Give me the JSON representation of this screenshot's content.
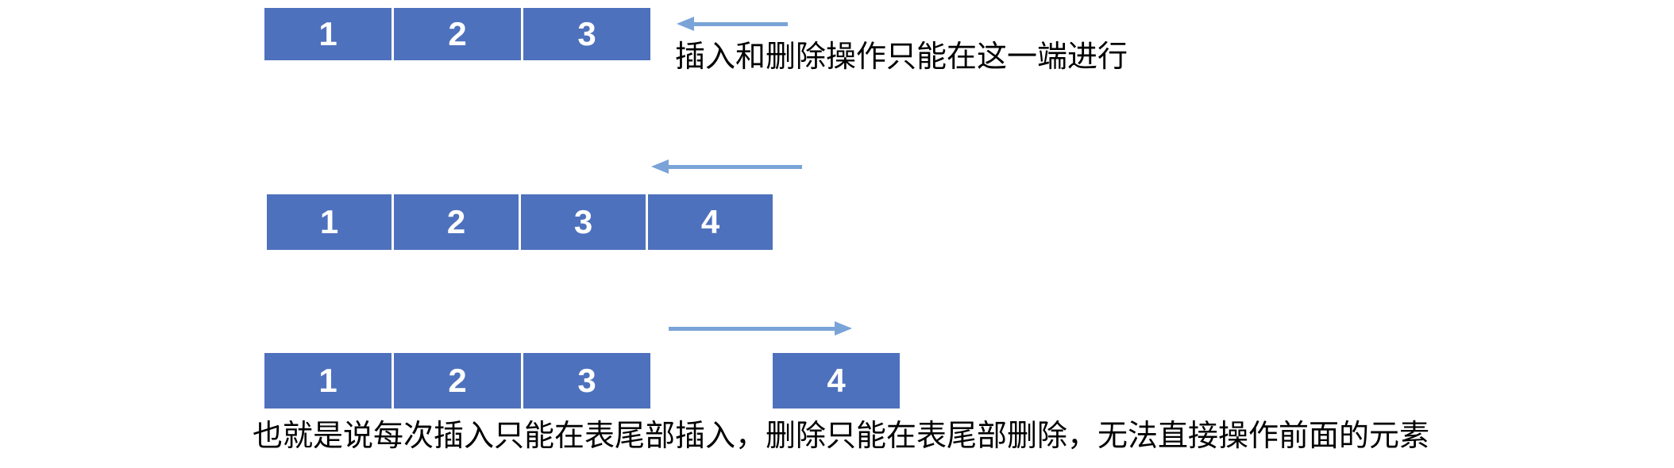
{
  "diagram": {
    "title_hint": "tail-only insert/delete sequence diagram",
    "colors": {
      "box_fill": "#4e71bd",
      "arrow": "#7aa3d8",
      "caption_text": "#000000",
      "box_number": "#ffffff"
    },
    "row1": {
      "boxes": [
        "1",
        "2",
        "3"
      ],
      "arrow_direction": "left",
      "caption": "插入和删除操作只能在这一端进行"
    },
    "row2": {
      "boxes": [
        "1",
        "2",
        "3",
        "4"
      ],
      "arrow_direction": "left"
    },
    "row3": {
      "boxes": [
        "1",
        "2",
        "3"
      ],
      "detached_box": "4",
      "arrow_direction": "right",
      "caption": "也就是说每次插入只能在表尾部插入，删除只能在表尾部删除，无法直接操作前面的元素"
    }
  }
}
